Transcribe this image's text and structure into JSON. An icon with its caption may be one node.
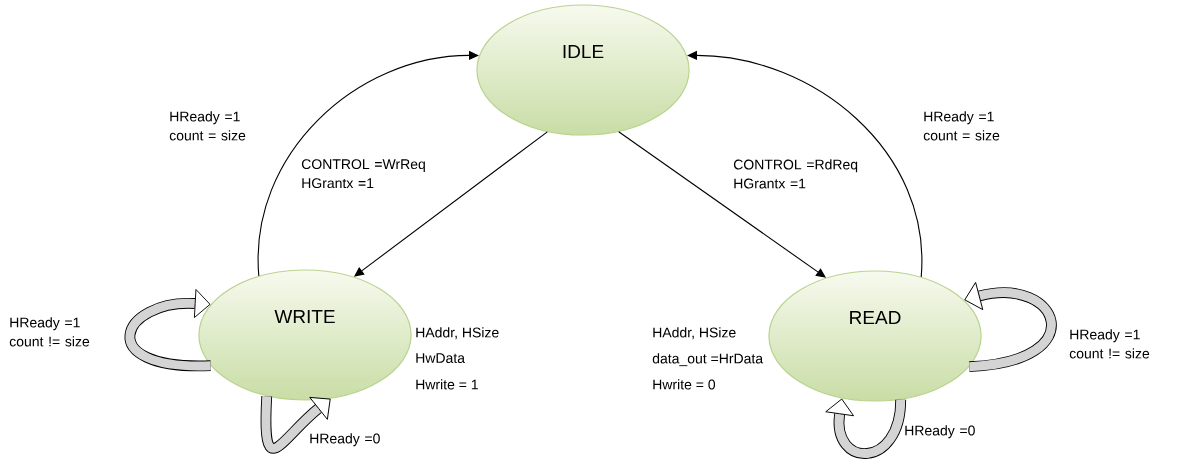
{
  "diagram": {
    "nodes": [
      {
        "text": [
          "IDLE"
        ]
      },
      {
        "text": [
          "WRITE"
        ],
        "beside": [
          "HAddr, HSize",
          "HwData",
          "Hwrite = 1"
        ]
      },
      {
        "text": [
          "READ"
        ],
        "beside": [
          "HAddr, HSize",
          "data_out =HrData",
          "Hwrite = 0"
        ]
      }
    ],
    "edges": [
      {
        "from": 0,
        "to": 1,
        "arrow": "to",
        "label": "CONTROL =WrReq HGrantx =1"
      },
      {
        "from": 0,
        "to": 2,
        "arrow": "to",
        "label": "CONTROL =RdReq HGrantx =1"
      },
      {
        "from": 1,
        "to": 0,
        "arrow": "to",
        "label": "HReady =1 count = size"
      },
      {
        "from": 2,
        "to": 0,
        "arrow": "to",
        "label": "HReady =1 count = size"
      },
      {
        "from": 1,
        "to": 1,
        "arrow": "to",
        "style": "thick",
        "label": "HReady =1 count != size"
      },
      {
        "from": 1,
        "to": 1,
        "arrow": "to",
        "style": "thick",
        "label": "HReady =0"
      },
      {
        "from": 2,
        "to": 2,
        "arrow": "to",
        "style": "thick",
        "label": "HReady =1 count != size"
      },
      {
        "from": 2,
        "to": 2,
        "arrow": "to",
        "style": "thick",
        "label": "HReady =0"
      }
    ]
  }
}
